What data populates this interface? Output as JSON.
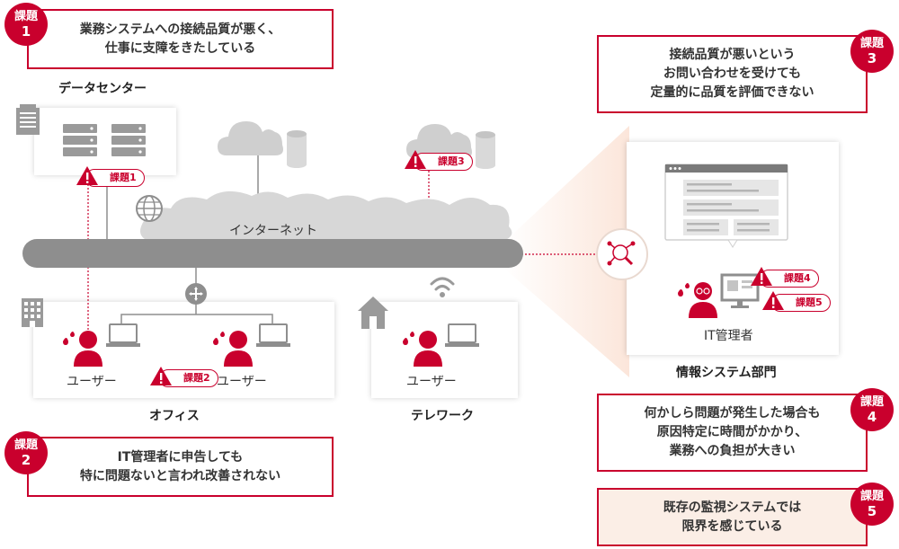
{
  "issues": [
    {
      "badge_word": "課題",
      "badge_num": "1",
      "text": "業務システムへの接続品質が悪く、\n仕事に支障をきたしている"
    },
    {
      "badge_word": "課題",
      "badge_num": "2",
      "text": "IT管理者に申告しても\n特に問題ないと言われ改善されない"
    },
    {
      "badge_word": "課題",
      "badge_num": "3",
      "text": "接続品質が悪いという\nお問い合わせを受けても\n定量的に品質を評価できない"
    },
    {
      "badge_word": "課題",
      "badge_num": "4",
      "text": "何かしら問題が発生した場合も\n原因特定に時間がかかり、\n業務への負担が大きい"
    },
    {
      "badge_word": "課題",
      "badge_num": "5",
      "text": "既存の監視システムでは\n限界を感じている"
    }
  ],
  "tags": {
    "t1": "課題1",
    "t2": "課題2",
    "t3": "課題3",
    "t4": "課題4",
    "t5": "課題5"
  },
  "labels": {
    "datacenter": "データセンター",
    "internet": "インターネット",
    "office": "オフィス",
    "telework": "テレワーク",
    "it_dept": "情報システム部門",
    "it_admin": "IT管理者",
    "user": "ユーザー"
  },
  "colors": {
    "accent": "#c9002d",
    "gray": "#8e8e8e",
    "cloud": "#cfcfcf",
    "tint": "#fbeee6"
  }
}
